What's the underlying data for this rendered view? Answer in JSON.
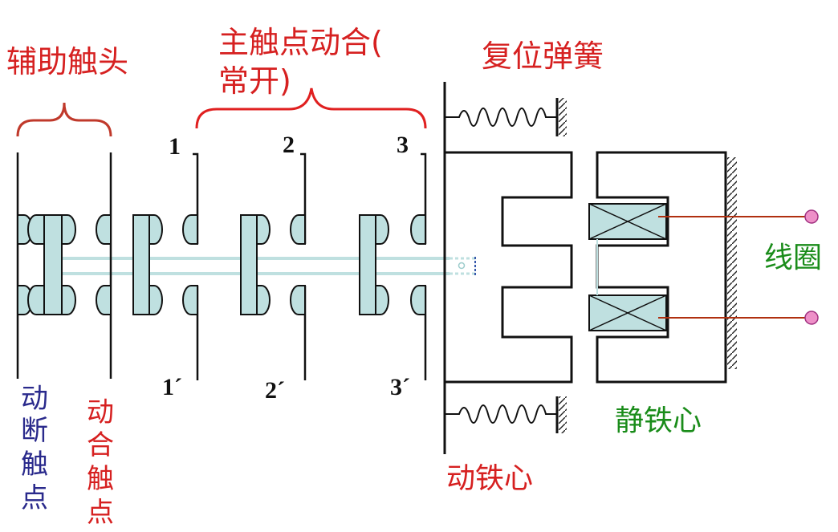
{
  "labels": {
    "aux_contacts": "辅助触头",
    "main_contacts_line1": "主触点动合(",
    "main_contacts_line2": "常开)",
    "reset_spring": "复位弹簧",
    "coil": "线圈",
    "static_core": "静铁心",
    "moving_core": "动铁心",
    "nc_contact": [
      "动",
      "断",
      "触",
      "点"
    ],
    "no_contact": [
      "动",
      "合",
      "触",
      "点"
    ]
  },
  "terminals": {
    "top": [
      "1",
      "2",
      "3"
    ],
    "bottom": [
      "1´",
      "2´",
      "3´"
    ]
  },
  "colors": {
    "label_red": "#d62020",
    "label_green": "#1a8c1a",
    "label_blue": "#2a2a8c",
    "contact_fill": "#bfe0e0",
    "brace": "#c0392b",
    "wire": "#b03010",
    "terminal": "#ee90c8"
  }
}
